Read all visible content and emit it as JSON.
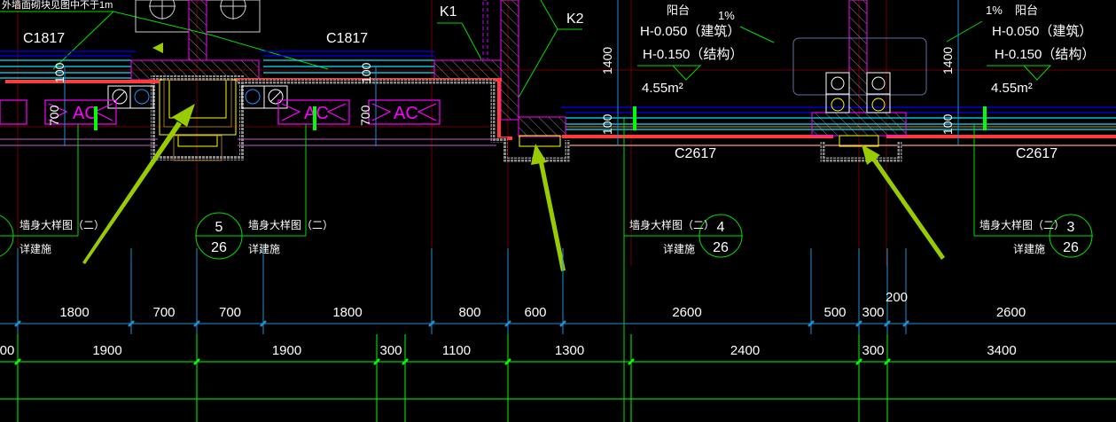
{
  "drawing": {
    "type": "architectural floor plan (CAD)",
    "background": "#000000",
    "top_left_note": "外墙面砌块见图中不于1m",
    "window_labels": [
      "C1817",
      "C1817",
      "C2617",
      "C2617"
    ],
    "callout_labels": [
      "K1",
      "K2"
    ],
    "ac_labels": [
      "AC",
      "AC",
      "AC"
    ],
    "balconies": [
      {
        "name": "阳台",
        "h_arch": "H-0.050（建筑）",
        "h_struct": "H-0.150（结构）",
        "area": "4.55m²",
        "slope": "1%"
      },
      {
        "name": "阳台",
        "h_arch": "H-0.050（建筑）",
        "h_struct": "H-0.150（结构）",
        "area": "4.55m²",
        "slope": "1%"
      }
    ],
    "vertical_dims": {
      "wall_700": [
        "700",
        "700"
      ],
      "small_100": [
        "100",
        "100",
        "100",
        "100"
      ],
      "balcony_1400": [
        "1400",
        "1400"
      ]
    },
    "detail_refs": [
      {
        "title": "墙身大样图（二）",
        "sub": "详建施",
        "num": "",
        "sheet": ""
      },
      {
        "title": "墙身大样图（二）",
        "sub": "详建施",
        "num": "5",
        "sheet": "26"
      },
      {
        "title": "墙身大样图（二）",
        "sub": "详建施",
        "num": "4",
        "sheet": "26"
      },
      {
        "title": "墙身大样图（二）",
        "sub": "详建施",
        "num": "3",
        "sheet": "26"
      }
    ],
    "dim_row_1": [
      "1800",
      "700",
      "700",
      "1800",
      "800",
      "600",
      "2600",
      "500",
      "300",
      "200",
      "2600"
    ],
    "dim_row_2": [
      "00",
      "1900",
      "1900",
      "300",
      "1100",
      "1300",
      "2400",
      "300",
      "3400"
    ]
  },
  "colors": {
    "red_wall": "#ff3b3b",
    "magenta": "#ff00ff",
    "green": "#00ff00",
    "cyan": "#00ffff",
    "blue": "#0000ff",
    "dim_blue": "#1e90d0",
    "annotation_arrow": "#99cc00",
    "yellow": "#ffff00",
    "grid_red": "#8b0000",
    "brown": "#a0702a",
    "gray_hatch": "#9a9a9a"
  }
}
